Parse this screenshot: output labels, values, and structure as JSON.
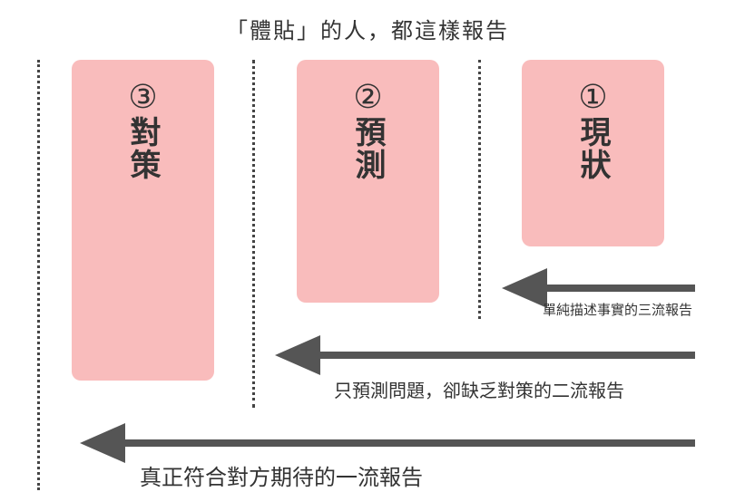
{
  "title": "「體貼」的人，都這樣報告",
  "boxes": [
    {
      "num": "③",
      "text": "對策"
    },
    {
      "num": "②",
      "text": "預測"
    },
    {
      "num": "①",
      "text": "現狀"
    }
  ],
  "labels": {
    "third_class": "單純描述事實的三流報告",
    "second_class": "只預測問題，卻缺乏對策的二流報告",
    "first_class": "真正符合對方期待的一流報告"
  },
  "colors": {
    "box": "#f9bcbc",
    "arrow": "#555555",
    "dots": "#444444"
  }
}
